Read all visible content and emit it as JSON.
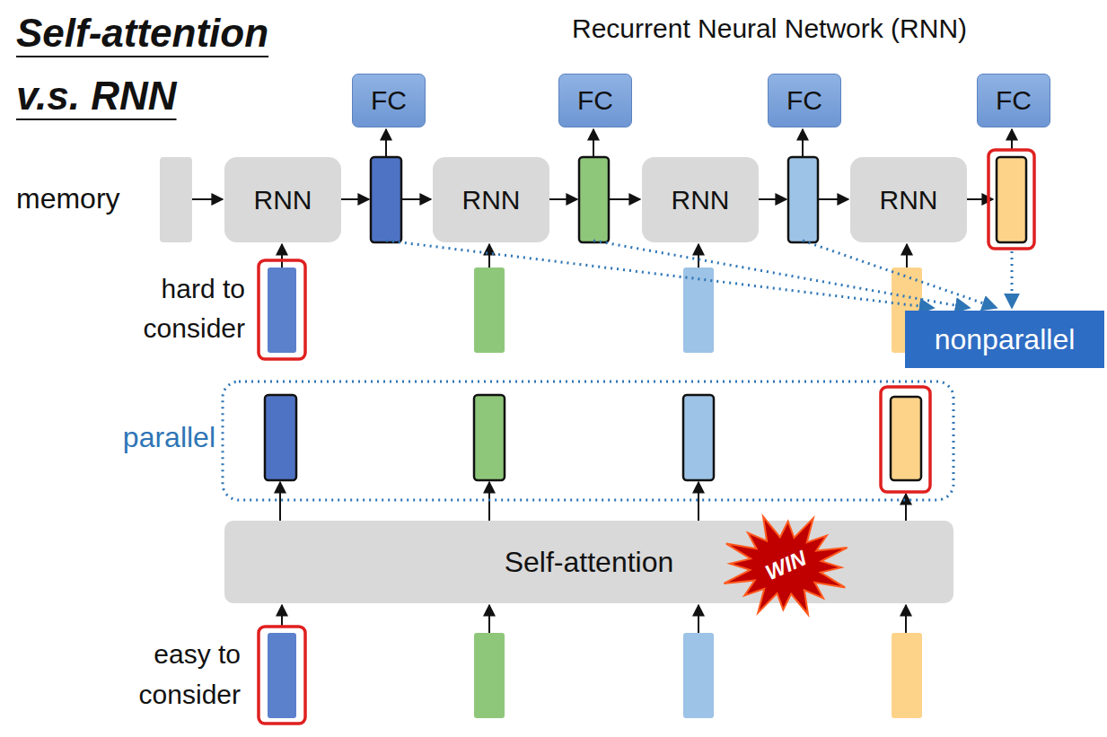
{
  "diagram": {
    "title": "Self-attention v.s. RNN",
    "nodes": [
      {
        "text": [
          "FC"
        ]
      },
      {
        "text": [
          "FC"
        ]
      },
      {
        "text": [
          "FC"
        ]
      },
      {
        "text": [
          "FC"
        ]
      },
      {
        "text": [
          "RNN"
        ]
      },
      {
        "text": [
          "RNN"
        ]
      },
      {
        "text": [
          "RNN"
        ]
      },
      {
        "text": [
          "RNN"
        ]
      },
      {
        "text": [
          "nonparallel"
        ]
      },
      {
        "text": [
          "Self-attention"
        ]
      },
      {
        "text": [
          "WIN"
        ]
      }
    ],
    "labels": [
      "Recurrent Neural Network (RNN)",
      "memory",
      "hard to consider",
      "parallel",
      "easy to consider"
    ]
  }
}
